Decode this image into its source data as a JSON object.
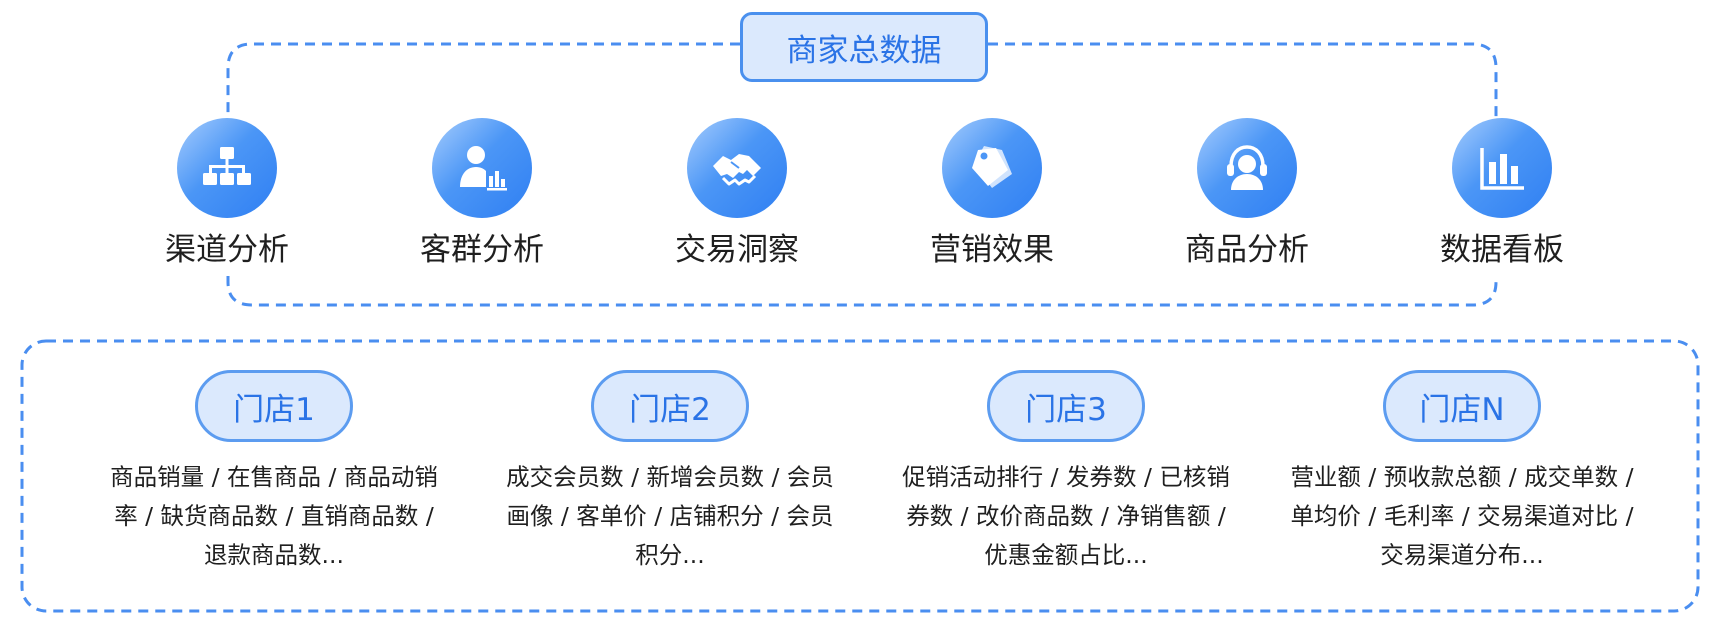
{
  "header": {
    "title": "商家总数据"
  },
  "modules": [
    {
      "label": "渠道分析",
      "icon": "org-chart-icon"
    },
    {
      "label": "客群分析",
      "icon": "user-stats-icon"
    },
    {
      "label": "交易洞察",
      "icon": "handshake-icon"
    },
    {
      "label": "营销效果",
      "icon": "price-tag-icon"
    },
    {
      "label": "商品分析",
      "icon": "headset-icon"
    },
    {
      "label": "数据看板",
      "icon": "bar-chart-icon"
    }
  ],
  "stores": [
    {
      "name": "门店1",
      "desc": "商品销量 / 在售商品 / 商品动销率 / 缺货商品数 / 直销商品数 / 退款商品数..."
    },
    {
      "name": "门店2",
      "desc": "成交会员数 / 新增会员数 / 会员画像 / 客单价 / 店铺积分 / 会员积分..."
    },
    {
      "name": "门店3",
      "desc": "促销活动排行 / 发券数 / 已核销券数 / 改价商品数 / 净销售额 / 优惠金额占比..."
    },
    {
      "name": "门店N",
      "desc": "营业额 / 预收款总额 / 成交单数 / 单均价 / 毛利率 / 交易渠道对比 / 交易渠道分布..."
    }
  ],
  "colors": {
    "accent": "#2a73e6",
    "dash": "#4a8ef0",
    "pill_fill": "#dbe9fd"
  }
}
